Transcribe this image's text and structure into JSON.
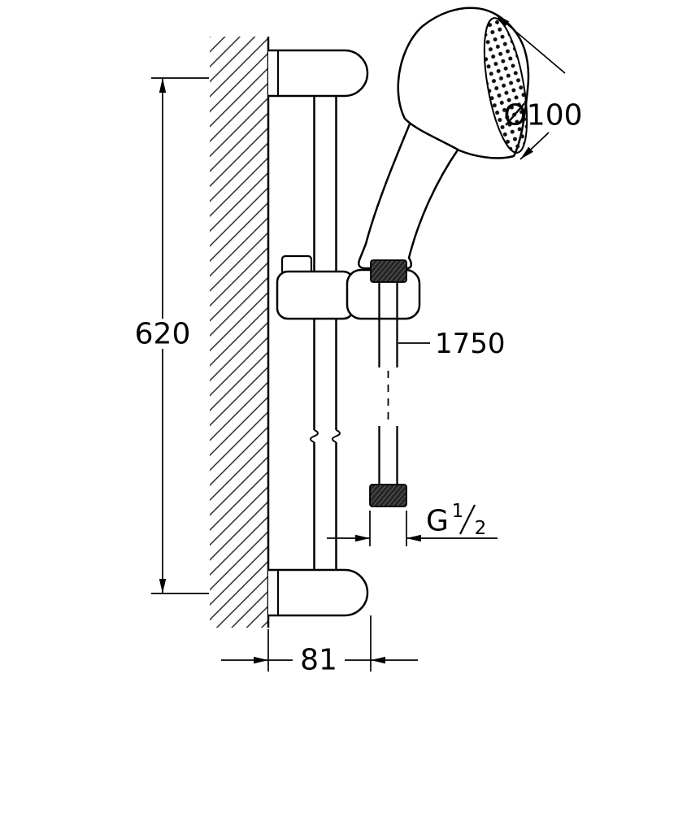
{
  "drawing": {
    "type": "technical-dimension-drawing",
    "subject": "shower rail set with hand shower and hose, side view against wall",
    "colors": {
      "line": "#000000",
      "background": "#ffffff",
      "knurl_dark": "#262626"
    },
    "dimensions": {
      "rail_height": "620",
      "head_diameter": "Ø100",
      "hose_length": "1750",
      "wall_to_hose": "81",
      "thread_letter": "G",
      "thread_numerator": "1",
      "thread_denominator": "2"
    }
  }
}
